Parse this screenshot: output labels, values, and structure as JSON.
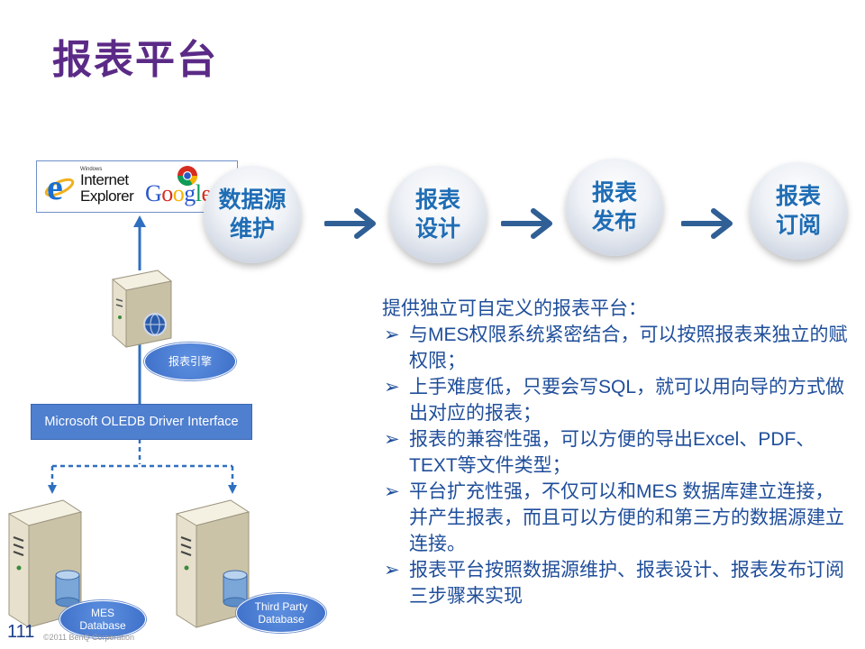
{
  "slide": {
    "title": "报表平台",
    "page_number": "111",
    "copyright": "©2011 BenQ Corporation"
  },
  "browsers": {
    "ie_small": "Windows",
    "ie_line1": "Internet",
    "ie_line2": "Explorer",
    "google_letters": [
      "G",
      "o",
      "o",
      "g",
      "l",
      "e"
    ],
    "google_colors": [
      "#2a57c9",
      "#d62d20",
      "#f4b400",
      "#2a57c9",
      "#0f9d58",
      "#d62d20"
    ]
  },
  "process_steps": [
    {
      "line1": "数据源",
      "line2": "维护"
    },
    {
      "line1": "报表",
      "line2": "设计"
    },
    {
      "line1": "报表",
      "line2": "发布"
    },
    {
      "line1": "报表",
      "line2": "订阅"
    }
  ],
  "description": {
    "intro": "提供独立可自定义的报表平台：",
    "bullet_mark": "➢",
    "items": [
      "与MES权限系统紧密结合，可以按照报表来独立的赋权限；",
      "上手难度低，只要会写SQL，就可以用向导的方式做出对应的报表；",
      "报表的兼容性强，可以方便的导出Excel、PDF、TEXT等文件类型；",
      "平台扩充性强，不仅可以和MES 数据库建立连接，并产生报表，而且可以方便的和第三方的数据源建立连接。",
      "报表平台按照数据源维护、报表设计、报表发布订阅三步骤来实现"
    ]
  },
  "diagram": {
    "engine_label": "报表引擎",
    "interface_label": "Microsoft OLEDB Driver Interface",
    "mes_db_line1": "MES",
    "mes_db_line2": "Database",
    "third_db_line1": "Third Party",
    "third_db_line2": "Database"
  },
  "colors": {
    "title": "#5b2a86",
    "step_text": "#1f6db5",
    "arrow": "#2f5f95",
    "body_text": "#1f4e9a",
    "interface_box": "#4f7fcf",
    "connector": "#2f6fc0"
  }
}
